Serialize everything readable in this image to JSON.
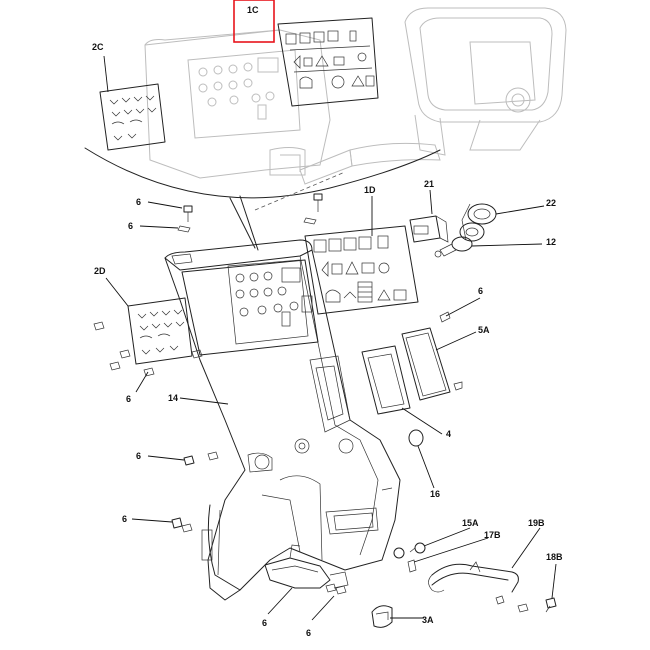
{
  "highlight_color": "#e8141c",
  "highlight_target": "1C",
  "callouts": [
    {
      "id": "1c",
      "text": "1C"
    },
    {
      "id": "2c",
      "text": "2C"
    },
    {
      "id": "1d",
      "text": "1D"
    },
    {
      "id": "21",
      "text": "21"
    },
    {
      "id": "22",
      "text": "22"
    },
    {
      "id": "12",
      "text": "12"
    },
    {
      "id": "6a",
      "text": "6"
    },
    {
      "id": "6b",
      "text": "6"
    },
    {
      "id": "2d",
      "text": "2D"
    },
    {
      "id": "6c",
      "text": "6"
    },
    {
      "id": "5a",
      "text": "5A"
    },
    {
      "id": "6d",
      "text": "6"
    },
    {
      "id": "14",
      "text": "14"
    },
    {
      "id": "4",
      "text": "4"
    },
    {
      "id": "6e",
      "text": "6"
    },
    {
      "id": "16",
      "text": "16"
    },
    {
      "id": "6f",
      "text": "6"
    },
    {
      "id": "15a",
      "text": "15A"
    },
    {
      "id": "19b",
      "text": "19B"
    },
    {
      "id": "17b",
      "text": "17B"
    },
    {
      "id": "18b",
      "text": "18B"
    },
    {
      "id": "6g",
      "text": "6"
    },
    {
      "id": "6h",
      "text": "6"
    },
    {
      "id": "3a",
      "text": "3A"
    }
  ]
}
